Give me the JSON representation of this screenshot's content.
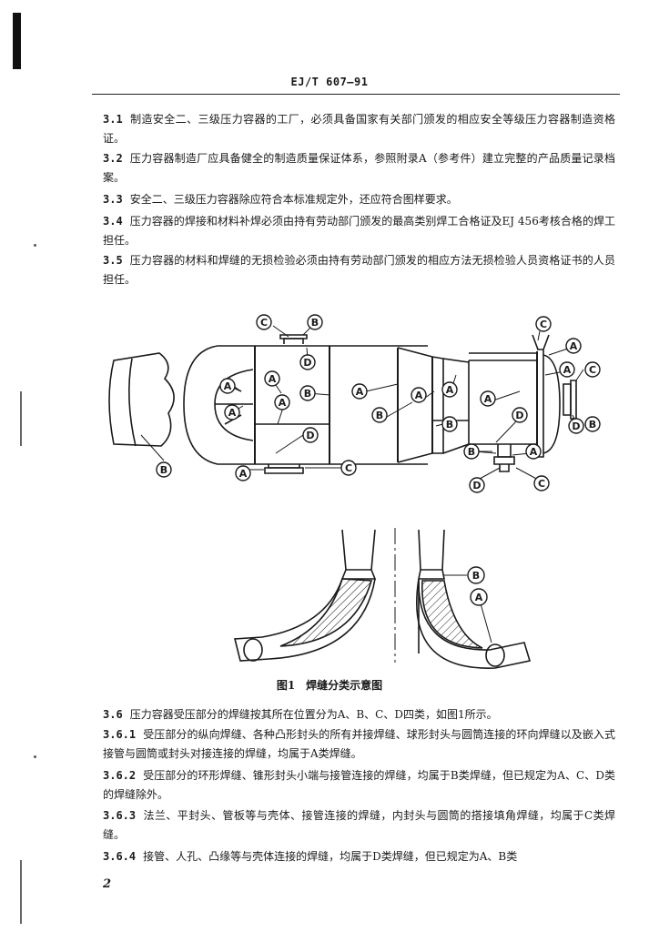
{
  "header": {
    "code": "EJ/T 607—91"
  },
  "paragraphs_top": [
    {
      "num": "3.1",
      "text": "制造安全二、三级压力容器的工厂，必须具备国家有关部门颁发的相应安全等级压力容器制造资格证。"
    },
    {
      "num": "3.2",
      "text": "压力容器制造厂应具备健全的制造质量保证体系，参照附录A（参考件）建立完整的产品质量记录档案。"
    },
    {
      "num": "3.3",
      "text": "安全二、三级压力容器除应符合本标准规定外，还应符合图样要求。"
    },
    {
      "num": "3.4",
      "text": "压力容器的焊接和材料补焊必须由持有劳动部门颁发的最高类别焊工合格证及EJ 456考核合格的焊工担任。"
    },
    {
      "num": "3.5",
      "text": "压力容器的材料和焊缝的无损检验必须由持有劳动部门颁发的相应方法无损检验人员资格证书的人员担任。"
    }
  ],
  "figure": {
    "caption": "图1　焊缝分类示意图",
    "labels": {
      "A": "A",
      "B": "B",
      "C": "C",
      "D": "D"
    }
  },
  "paragraphs_bottom": [
    {
      "num": "3.6",
      "text": "压力容器受压部分的焊缝按其所在位置分为A、B、C、D四类，如图1所示。"
    },
    {
      "num": "3.6.1",
      "text": "受压部分的纵向焊缝、各种凸形封头的所有并接焊缝、球形封头与圆筒连接的环向焊缝以及嵌入式接管与圆筒或封头对接连接的焊缝，均属于A类焊缝。"
    },
    {
      "num": "3.6.2",
      "text": "受压部分的环形焊缝、锥形封头小端与接管连接的焊缝，均属于B类焊缝，但已规定为A、C、D类的焊缝除外。"
    },
    {
      "num": "3.6.3",
      "text": "法兰、平封头、管板等与壳体、接管连接的焊缝，内封头与圆筒的搭接填角焊缝，均属于C类焊缝。"
    },
    {
      "num": "3.6.4",
      "text": "接管、人孔、凸缘等与壳体连接的焊缝，均属于D类焊缝，但已规定为A、B类"
    }
  ],
  "page_number": "2"
}
